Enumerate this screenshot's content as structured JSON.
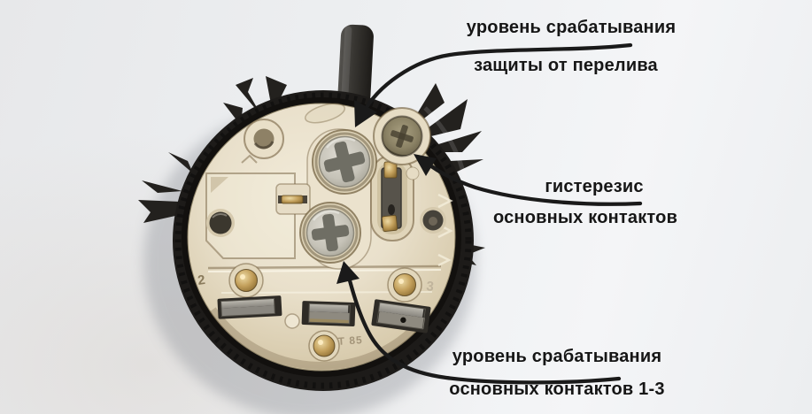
{
  "annotations": {
    "overflow": {
      "line1": "уровень срабатывания",
      "line2": "защиты от перелива"
    },
    "hysteresis": {
      "line1": "гистерезис",
      "line2": "основных контактов"
    },
    "main_contacts": {
      "line1": "уровень срабатывания",
      "line2": "основных контактов 1-3"
    }
  },
  "device_markings": {
    "contact_left": "2",
    "contact_right": "3",
    "stamp": "Т 85"
  },
  "colors": {
    "background": "#eef0f2",
    "device_body": "#1d1b19",
    "face_plate": "#e7decb",
    "screw_head": "#c9c6bc",
    "screw_slot": "#6f6e64",
    "brass_contact": "#b3914f",
    "annotation_text": "#161616"
  }
}
